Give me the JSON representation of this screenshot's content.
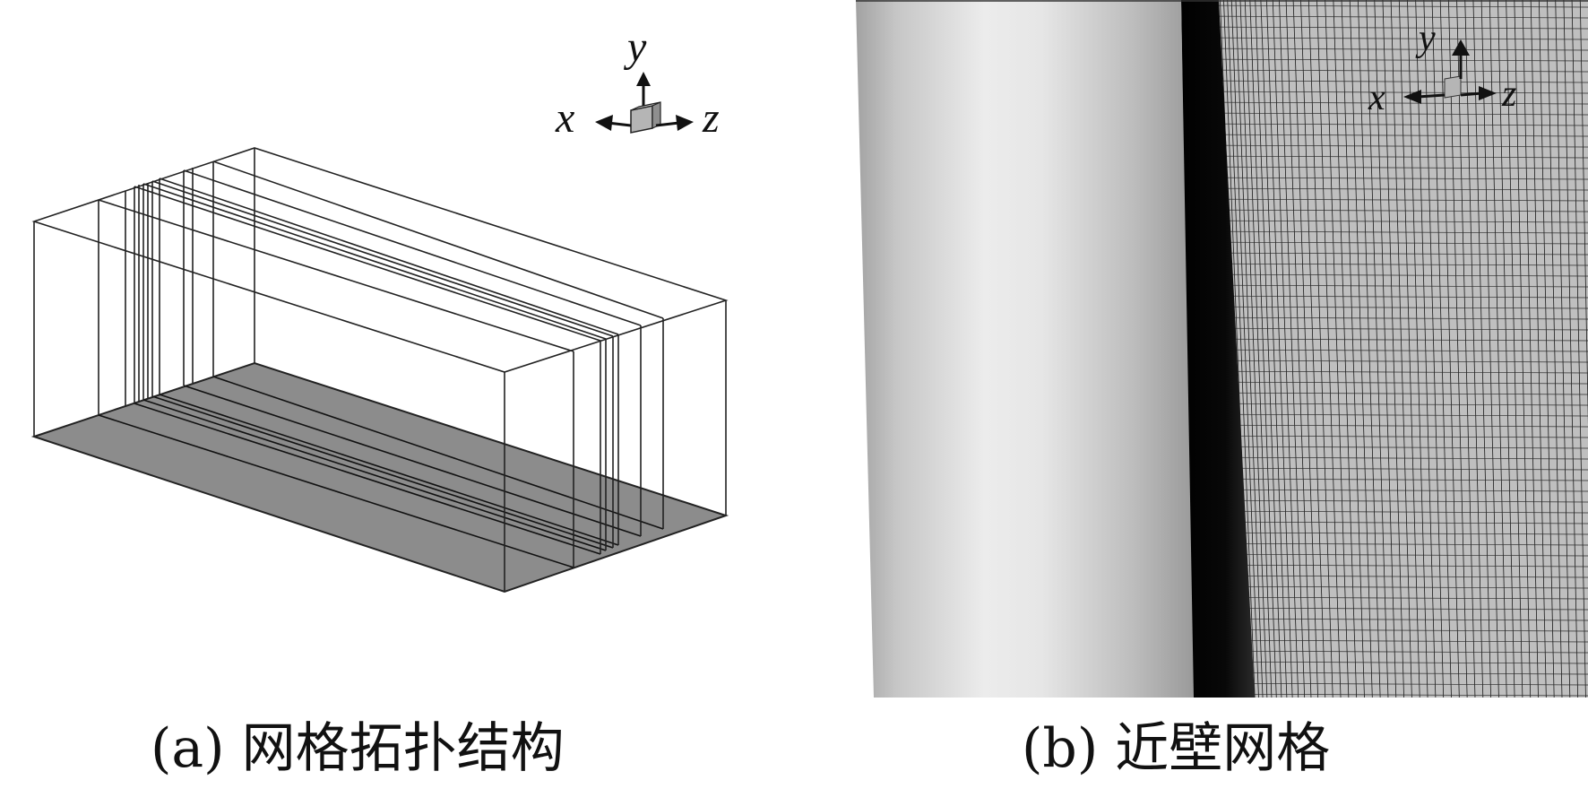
{
  "panel_a": {
    "caption": "(a) 网格拓扑结构",
    "axes": {
      "x": "x",
      "y": "y",
      "z": "z"
    }
  },
  "panel_b": {
    "caption": "(b) 近壁网格",
    "axes": {
      "x": "x",
      "y": "y",
      "z": "z"
    }
  },
  "colors": {
    "floor": "#8c8c8c",
    "wireframe": "#222222",
    "cylinder_light": "#e8e8e8",
    "cylinder_dark": "#a8a8a8",
    "mesh_background": "#bfbfbf",
    "mesh_line": "#1a1a1a",
    "boundary_layer": "#050505"
  }
}
